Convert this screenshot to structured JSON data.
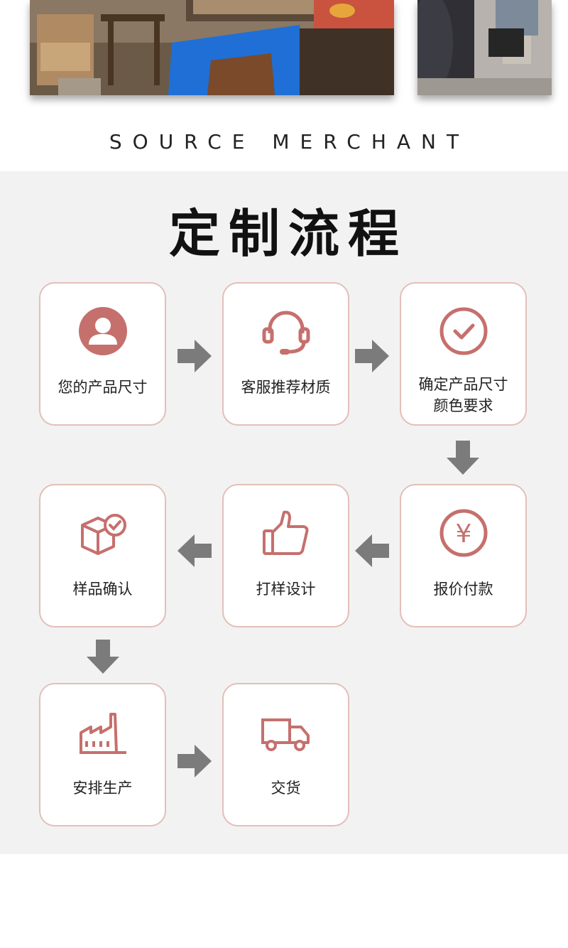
{
  "brand_line": "SOURCE MERCHANT",
  "section_title": "定制流程",
  "colors": {
    "accent": "#c5706d",
    "card_border": "#e3bfb9",
    "arrow": "#7b7b7b",
    "panel_bg": "#f2f2f2"
  },
  "steps": [
    {
      "icon": "user-icon",
      "label": "您的产品尺寸"
    },
    {
      "icon": "headset-icon",
      "label": "客服推荐材质"
    },
    {
      "icon": "check-circle-icon",
      "label_line1": "确定产品尺寸",
      "label_line2": "颜色要求"
    },
    {
      "icon": "yen-icon",
      "label": "报价付款"
    },
    {
      "icon": "thumbs-up-icon",
      "label": "打样设计"
    },
    {
      "icon": "box-check-icon",
      "label": "样品确认"
    },
    {
      "icon": "factory-icon",
      "label": "安排生产"
    },
    {
      "icon": "truck-icon",
      "label": "交货"
    }
  ]
}
